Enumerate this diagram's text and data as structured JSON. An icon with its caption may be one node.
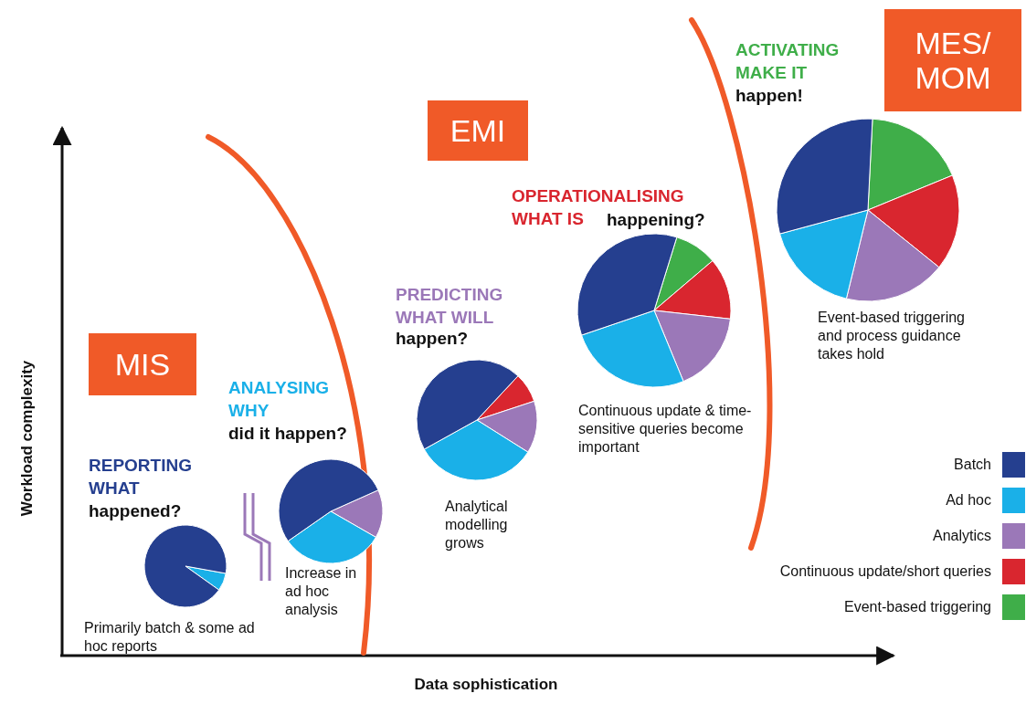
{
  "diagram": {
    "nodes": [
      {
        "text": [
          "MES/ MOM"
        ]
      },
      {
        "text": [
          "EMI"
        ]
      },
      {
        "text": [
          "MIS"
        ]
      }
    ],
    "labels": [
      "ACTIVATING MAKE IT",
      "happen!",
      "OPERATIONALISING WHAT IS",
      "happening?",
      "PREDICTING WHAT WILL",
      "happen?",
      "Event-based triggering and process guidance takes hold",
      "ANALYSING WHY",
      "did it happen?",
      "Continuous update & time-sensitive queries become important",
      "REPORTING WHAT",
      "happened?",
      "Analytical modelling grows",
      "Increase in ad hoc analysis",
      "Primarily batch & some ad hoc reports",
      "Workload complexity",
      "Data sophistication"
    ],
    "legend": [
      {
        "text": "Batch",
        "color": "#253f8f"
      },
      {
        "text": "Ad hoc",
        "color": "#1ab0e8"
      },
      {
        "text": "Analytics",
        "color": "#9b78b8"
      },
      {
        "text": "Continuous update/short queries",
        "color": "#d9262f"
      },
      {
        "text": "Event-based triggering",
        "color": "#3fae49"
      }
    ]
  }
}
